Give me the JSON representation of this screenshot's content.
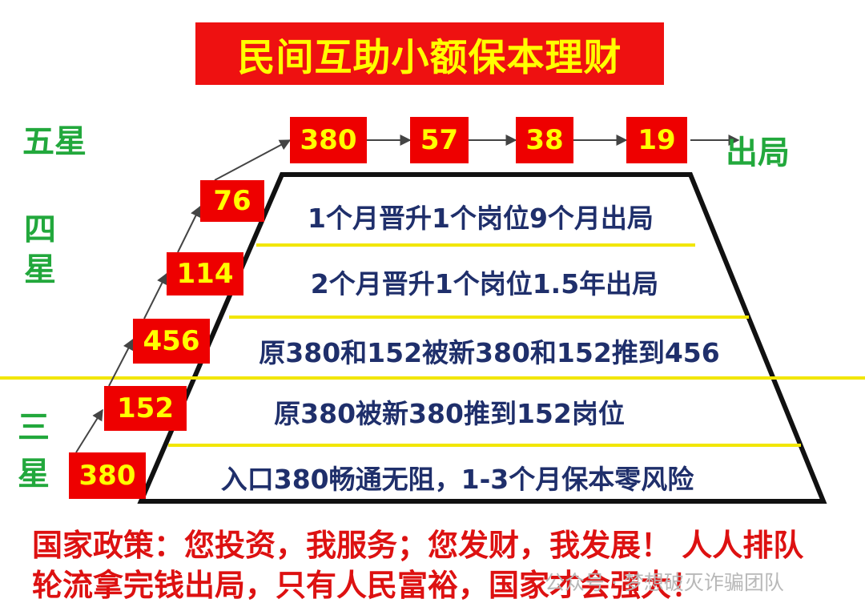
{
  "title": "民间互助小额保本理财",
  "levels": {
    "five_star": "五星",
    "four_star": "四星",
    "three_star": "三星"
  },
  "chain": {
    "boxes": [
      "380",
      "57",
      "38",
      "19"
    ],
    "end_label": "出局"
  },
  "ladder": [
    "380",
    "152",
    "456",
    "114",
    "76"
  ],
  "rows": [
    "1个月晋升1个岗位9个月出局",
    "2个月晋升1个岗位1.5年出局",
    "原380和152被新380和152推到456",
    "原380被新380推到152岗位",
    "入口380畅通无阻，1-3个月保本零风险"
  ],
  "footer": {
    "line1": "国家政策：您投资，我服务；您发财，我发展！ 人人排队",
    "line2": "轮流拿完钱出局，只有人民富裕，国家才会强大！"
  },
  "watermark": "公众号 · 梦想破灭诈骗团队",
  "colors": {
    "red": "#ee0000",
    "yellow": "#ffff00",
    "green": "#22a83c",
    "navy": "#1f2f6b"
  }
}
